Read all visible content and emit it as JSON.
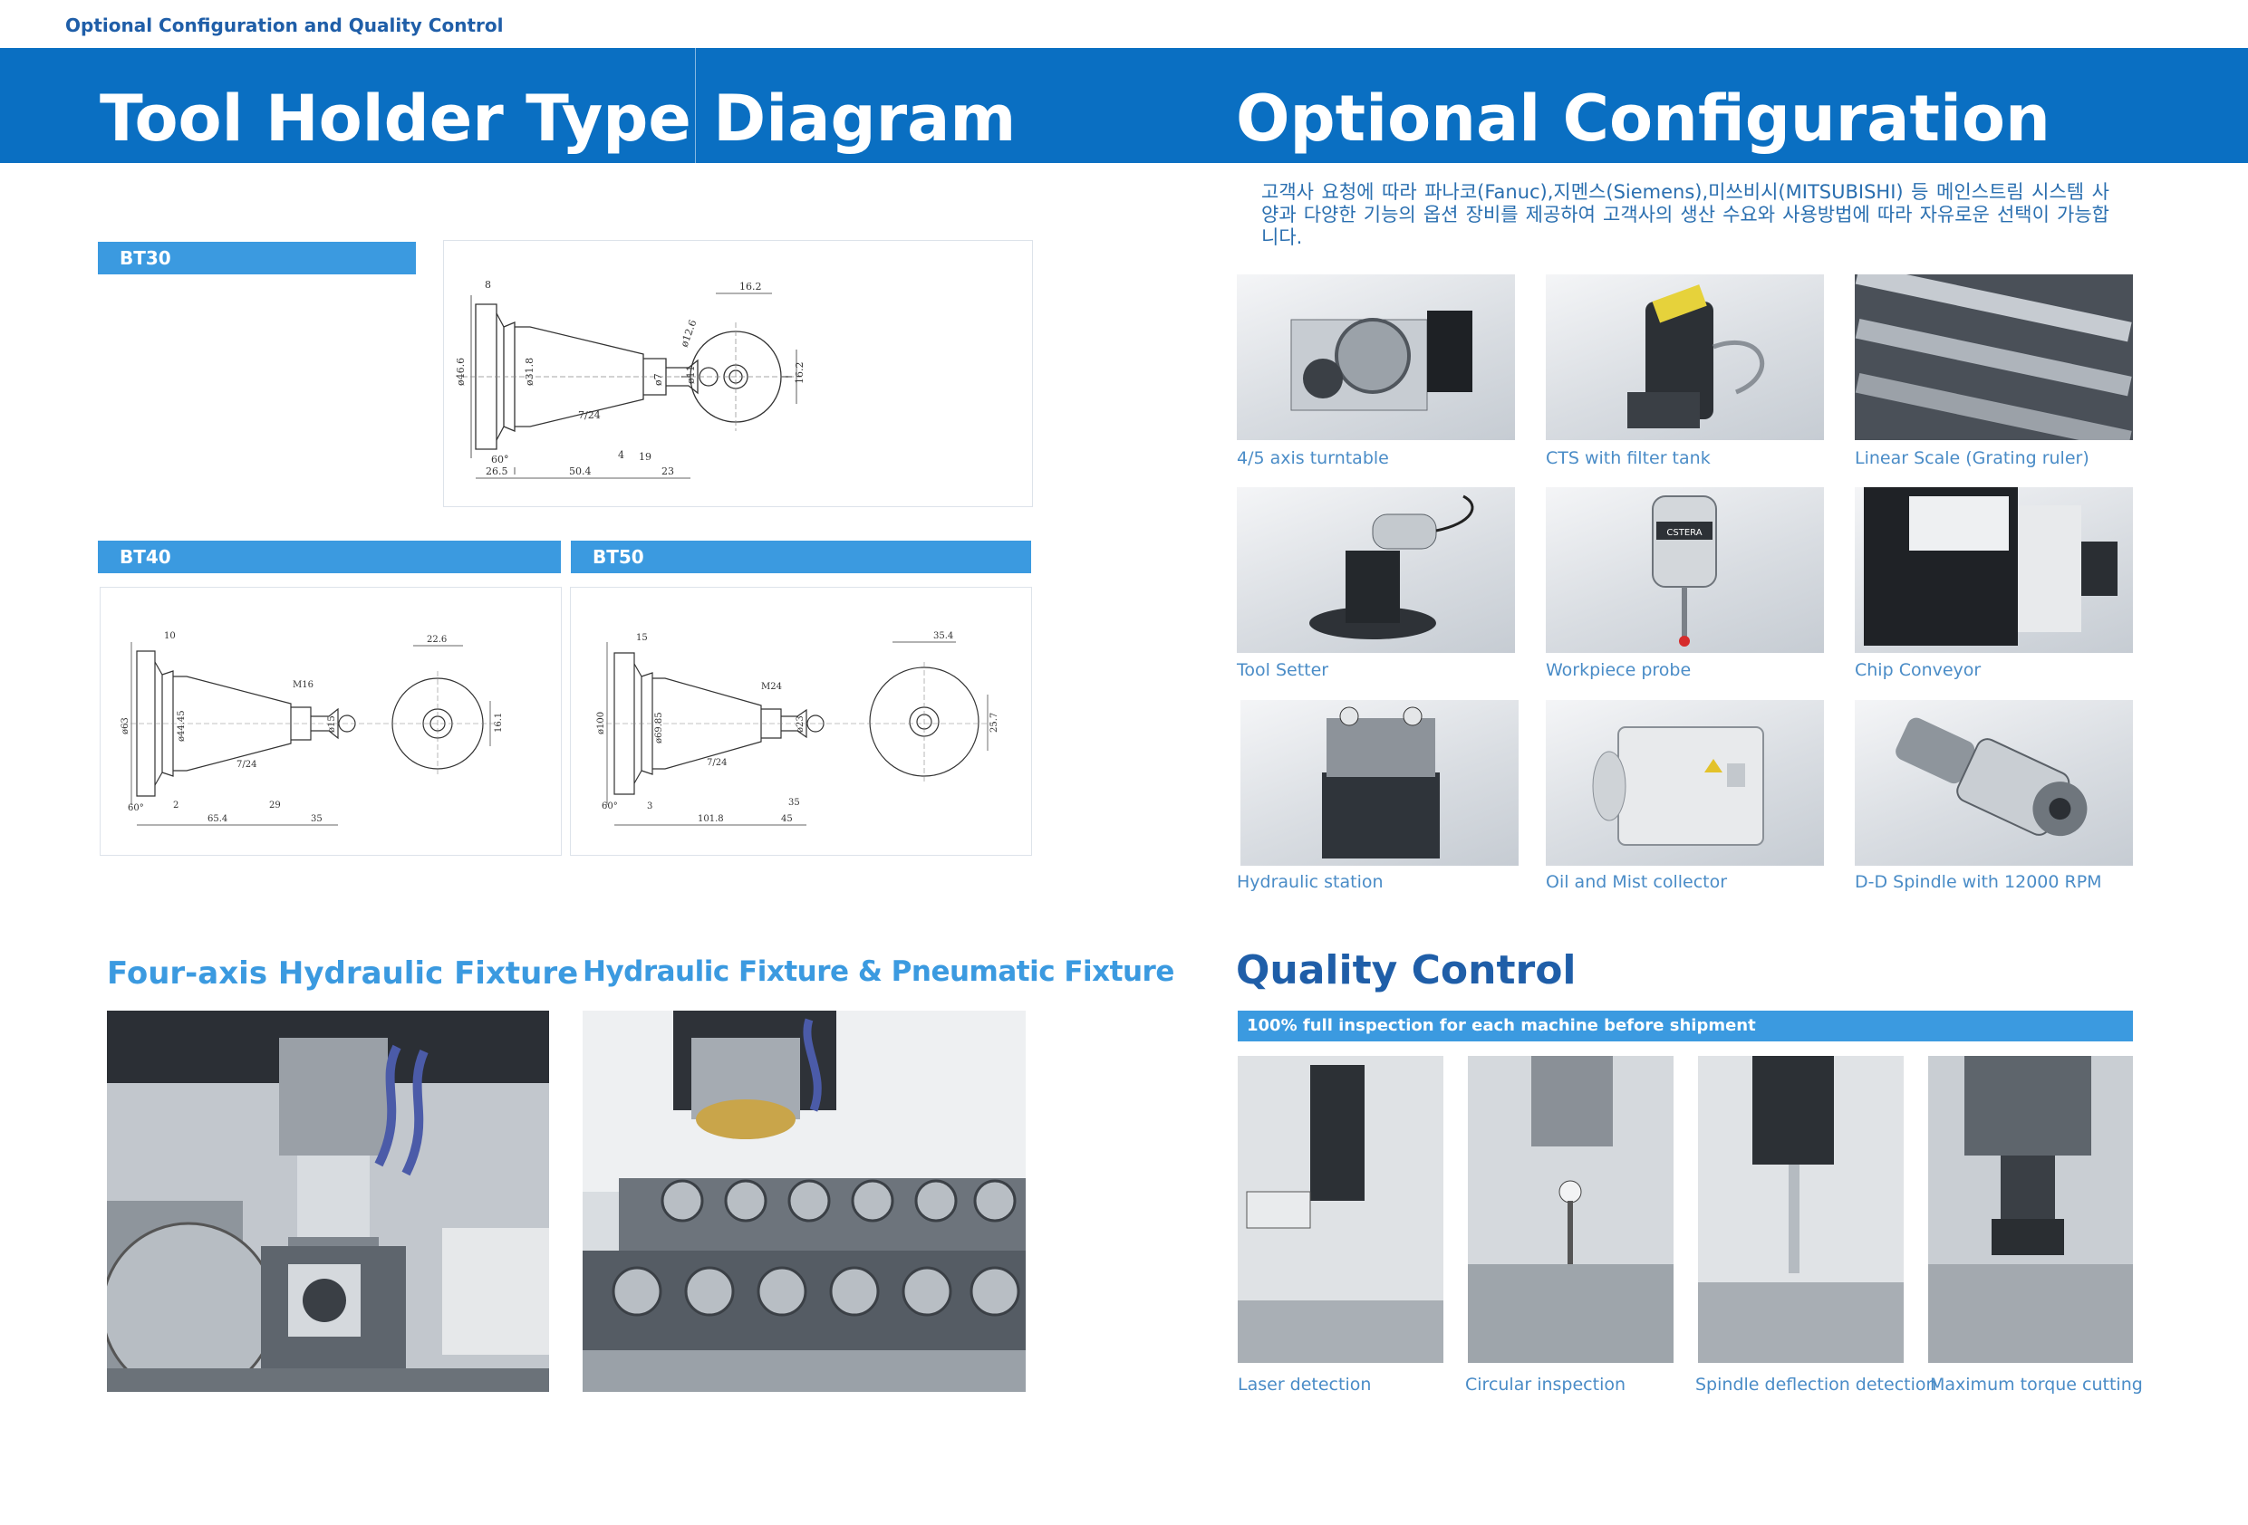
{
  "header": {
    "top_label": "Optional Configuration and Quality Control",
    "left_title": "Tool Holder Type Diagram",
    "right_title": "Optional Configuration"
  },
  "tool_holders": {
    "bt30": {
      "label": "BT30",
      "dims": [
        "8",
        "16.2",
        "ø46.6",
        "ø31.8",
        "ø7",
        "ø11",
        "ø12.6",
        "7/24",
        "60°",
        "4",
        "19",
        "26.5",
        "50.4",
        "23",
        "16.2"
      ]
    },
    "bt40": {
      "label": "BT40",
      "dims": [
        "10",
        "22.6",
        "M16",
        "7/24",
        "ø63",
        "ø44.45",
        "ø15",
        "60°",
        "2",
        "29",
        "65.4",
        "35",
        "16.1"
      ]
    },
    "bt50": {
      "label": "BT50",
      "dims": [
        "15",
        "35.4",
        "M24",
        "7/24",
        "ø100",
        "ø69.85",
        "ø23",
        "60°",
        "3",
        "101.8",
        "45",
        "35",
        "25.7"
      ]
    }
  },
  "fixtures": {
    "left_title": "Four-axis Hydraulic Fixture",
    "right_title": "Hydraulic Fixture & Pneumatic Fixture"
  },
  "optional": {
    "intro": "고객사 요청에 따라 파나코(Fanuc),지멘스(Siemens),미쓰비시(MITSUBISHI) 등 메인스트림 시스템 사양과 다양한 기능의 옵션 장비를 제공하여 고객사의 생산 수요와 사용방법에 따라 자유로운 선택이 가능합니다.",
    "items": [
      {
        "caption": "4/5 axis turntable",
        "icon": "rotary-table-photo"
      },
      {
        "caption": "CTS with filter tank",
        "icon": "coolant-tank-photo"
      },
      {
        "caption": "Linear Scale (Grating ruler)",
        "icon": "linear-scale-photo"
      },
      {
        "caption": "Tool Setter",
        "icon": "tool-setter-photo"
      },
      {
        "caption": "Workpiece probe",
        "icon": "probe-photo"
      },
      {
        "caption": "Chip Conveyor",
        "icon": "conveyor-photo"
      },
      {
        "caption": "Hydraulic station",
        "icon": "hydraulic-station-photo"
      },
      {
        "caption": "Oil and Mist collector",
        "icon": "mist-collector-photo"
      },
      {
        "caption": "D-D Spindle with 12000 RPM",
        "icon": "spindle-photo"
      }
    ],
    "probe_label": "CSTERA"
  },
  "quality": {
    "title": "Quality Control",
    "bar": "100% full inspection for each machine before shipment",
    "items": [
      {
        "caption": "Laser detection"
      },
      {
        "caption": "Circular inspection"
      },
      {
        "caption": "Spindle deflection detection"
      },
      {
        "caption": "Maximum torque cutting"
      }
    ]
  }
}
